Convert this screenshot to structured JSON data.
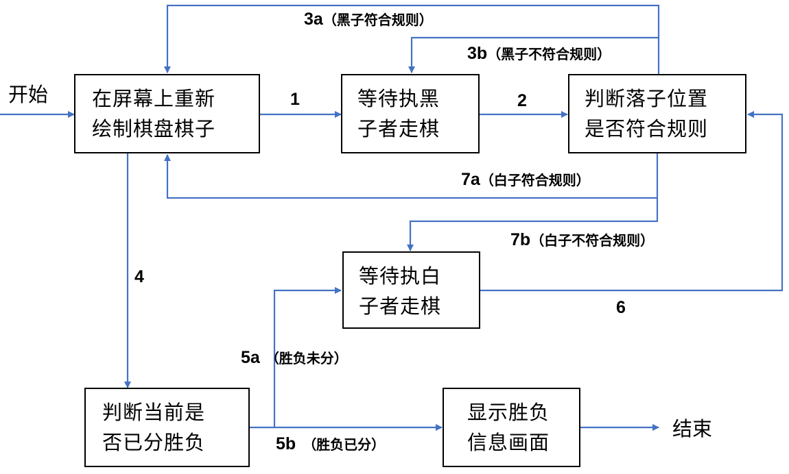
{
  "terminals": {
    "start": "开始",
    "end": "结束"
  },
  "boxes": {
    "redraw": {
      "line1": "在屏幕上重新",
      "line2": "绘制棋盘棋子"
    },
    "wait_black": {
      "line1": "等待执黑",
      "line2": "子者走棋"
    },
    "check_rule": {
      "line1": "判断落子位置",
      "line2": "是否符合规则"
    },
    "wait_white": {
      "line1": "等待执白",
      "line2": "子者走棋"
    },
    "check_win": {
      "line1": "判断当前是",
      "line2": "否已分胜负"
    },
    "show_result": {
      "line1": "显示胜负",
      "line2": "信息画面"
    }
  },
  "edges": {
    "e1": {
      "num": "1",
      "text": ""
    },
    "e2": {
      "num": "2",
      "text": ""
    },
    "e3a": {
      "num": "3a",
      "text": "（黑子符合规则）"
    },
    "e3b": {
      "num": "3b",
      "text": "（黑子不符合规则）"
    },
    "e4": {
      "num": "4",
      "text": ""
    },
    "e5a": {
      "num": "5a",
      "text": "（胜负未分）"
    },
    "e5b": {
      "num": "5b",
      "text": "（胜负已分）"
    },
    "e6": {
      "num": "6",
      "text": ""
    },
    "e7a": {
      "num": "7a",
      "text": "（白子符合规则）"
    },
    "e7b": {
      "num": "7b",
      "text": "（白子不符合规则）"
    }
  },
  "colors": {
    "arrow": "#4472C4",
    "box_border": "#000000",
    "text": "#000000"
  }
}
